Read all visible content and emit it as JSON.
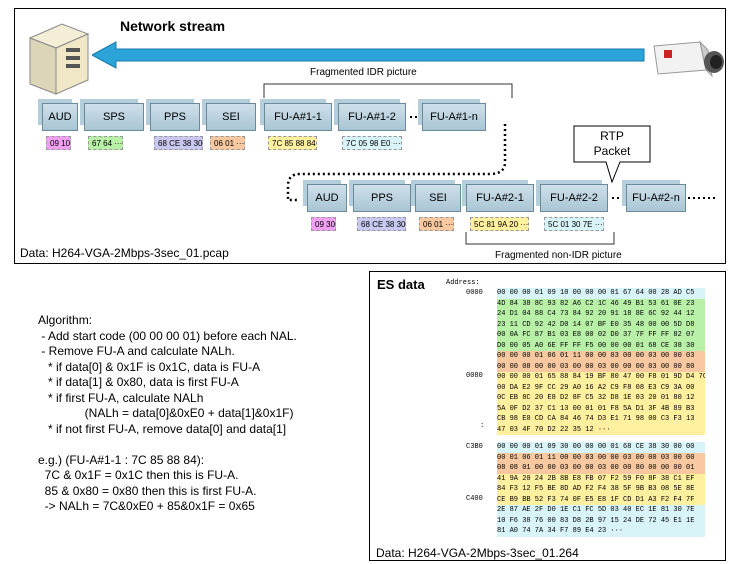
{
  "network": {
    "title": "Network stream",
    "idr_label": "Fragmented IDR picture",
    "nonidr_label": "Fragmented non-IDR picture",
    "rtp_label_1": "RTP",
    "rtp_label_2": "Packet",
    "data_label": "Data: H264-VGA-2Mbps-3sec_01.pcap",
    "row1": [
      {
        "label": "AUD",
        "bytes": "09 10",
        "color": "#f0a0f0"
      },
      {
        "label": "SPS",
        "bytes": "67 64 ···",
        "color": "#b8f0a8"
      },
      {
        "label": "PPS",
        "bytes": "68 CE 38 30",
        "color": "#c8c8f0"
      },
      {
        "label": "SEI",
        "bytes": "06 01 ···",
        "color": "#f8c8a0"
      },
      {
        "label": "FU-A#1-1",
        "bytes": "7C 85 88 84",
        "color": "#fff0a0"
      },
      {
        "label": "FU-A#1-2",
        "bytes": "7C 05 98 E0 ···",
        "color": "#d8f4f8"
      },
      {
        "label": "FU-A#1-n",
        "bytes": "",
        "color": ""
      }
    ],
    "row2": [
      {
        "label": "AUD",
        "bytes": "09 30",
        "color": "#f0a0f0"
      },
      {
        "label": "PPS",
        "bytes": "68 CE 38 30",
        "color": "#c8c8f0"
      },
      {
        "label": "SEI",
        "bytes": "06 01 ···",
        "color": "#f8c8a0"
      },
      {
        "label": "FU-A#2-1",
        "bytes": "5C 81 9A 20 ···",
        "color": "#fff0a0"
      },
      {
        "label": "FU-A#2-2",
        "bytes": "5C 01 30 7E ···",
        "color": "#d8f4f8"
      },
      {
        "label": "FU-A#2-n",
        "bytes": "",
        "color": ""
      }
    ]
  },
  "algorithm": {
    "lines": [
      "Algorithm:",
      " - Add start code (00 00 00 01) before each NAL.",
      " - Remove FU-A and calculate NALh.",
      "   * if data[0] & 0x1F is 0x1C, data is FU-A",
      "   * if data[1] & 0x80, data is first FU-A",
      "   * if first FU-A, calculate NALh",
      "              (NALh = data[0]&0xE0 + data[1]&0x1F)",
      "   * if not first FU-A, remove data[0] and data[1]",
      "",
      "e.g.) (FU-A#1-1 : 7C 85 88 84):",
      "  7C & 0x1F = 0x1C then this is FU-A.",
      "  85 & 0x80 = 0x80 then this is first FU-A.",
      "  -> NALh = 7C&0xE0 + 85&0x1F = 0x65"
    ]
  },
  "es": {
    "title": "ES data",
    "address_label": "Address:",
    "addr_0000": "0000",
    "addr_0080": "0080",
    "addr_dots": ":",
    "addr_c3b0": "C3B0",
    "addr_c400": "C400",
    "data_label": "Data: H264-VGA-2Mbps-3sec_01.264",
    "block1": [
      {
        "text": "00 00 00 01 09 10 00 00 00 01 67 64 00 28 AD C5",
        "bg": "#d8f4f8"
      },
      {
        "text": "4D 84 38 8C 93 82 A6 C2 1C 46 49 B1 53 61 0E 23",
        "bg": "#b8f0a8"
      },
      {
        "text": "24 D1 04 88 C4 73 84 92 20 91 18 8E 6C 92 44 12",
        "bg": "#b8f0a8"
      },
      {
        "text": "23 11 CD 92 42 D0 14 07 BF E0 35 48 00 00 5D D8",
        "bg": "#b8f0a8"
      },
      {
        "text": "00 0A FC 87 B1 03 E8 00 02 D0 37 7F FF FF 82 07",
        "bg": "#b8f0a8"
      },
      {
        "text": "D0 00 05 A0 6E FF FF F5 00 00 00 01 68 CE 38 30",
        "bg": "#b8f0a8"
      },
      {
        "text": "00 00 00 01 06 01 11 00 00 03 00 00 03 00 00 03",
        "bg": "#f8c8a0"
      },
      {
        "text": "00 00 08 00 00 03 00 00 03 00 00 00 03 00 00 80",
        "bg": "#f8c8a0"
      },
      {
        "text": "00 00 00 01 65 88 84 19 BF 80 47 00 F8 01 9D D4 7C",
        "bg": "#fff0a0"
      },
      {
        "text": "00 DA E2 9F CC 29 A0 16 A2 C9 F8 08 E3 C9 3A 00",
        "bg": "#fff0a0"
      },
      {
        "text": "0C EB 8C 20 E8 D2 8F C5 32 D8 1E 03 20 01 80 12",
        "bg": "#fff0a0"
      },
      {
        "text": "5A 0F D2 37 C1 13 00 01 01 F8 5A D1 3F 4B 89 B3",
        "bg": "#fff0a0"
      },
      {
        "text": "CB 98 E0 CD CA 84 46 74 D3 E1 71 98 00 C3 F3 13",
        "bg": "#fff0a0"
      },
      {
        "text": "47 03 4F 70 D2 22 35 12 ···",
        "bg": "#fff0a0"
      }
    ],
    "block2": [
      {
        "text": "00 00 00 01 09 30 00 00 00 01 68 CE 38 30 00 00",
        "bg": "#d8f4f8"
      },
      {
        "text": "00 01 06 01 11 00 00 03 00 00 03 00 00 03 00 00",
        "bg": "#f8c8a0"
      },
      {
        "text": "08 08 01 00 00 03 00 00 03 00 00 80 00 00 00 01",
        "bg": "#f8c8a0"
      },
      {
        "text": "41 9A 20 24 2B 8B E8 FB 07 F2 59 F0 8F 38 C1 EF",
        "bg": "#fff0a0"
      },
      {
        "text": "84 F3 12 F5 BE 8D AD F2 F4 38 5F 9B B3 08 5E 8E",
        "bg": "#fff0a0"
      },
      {
        "text": "CE B9 BB 52 F3 74 0F E5 E8 1F CD D1 A3 F2 F4 7F",
        "bg": "#fff0a0"
      },
      {
        "text": "2E 87 AE 2F D0 1E C1 FC 5D 03 40 EC 1E 81 30 7E",
        "bg": "#d8f4f8"
      },
      {
        "text": "10 F6 38 76 00 83 D8 2B 97 15 24 DE 72 45 E1 1E",
        "bg": "#d8f4f8"
      },
      {
        "text": "81 A0 74 7A 34 F7 89 E4 23 ···",
        "bg": "#d8f4f8"
      }
    ]
  }
}
